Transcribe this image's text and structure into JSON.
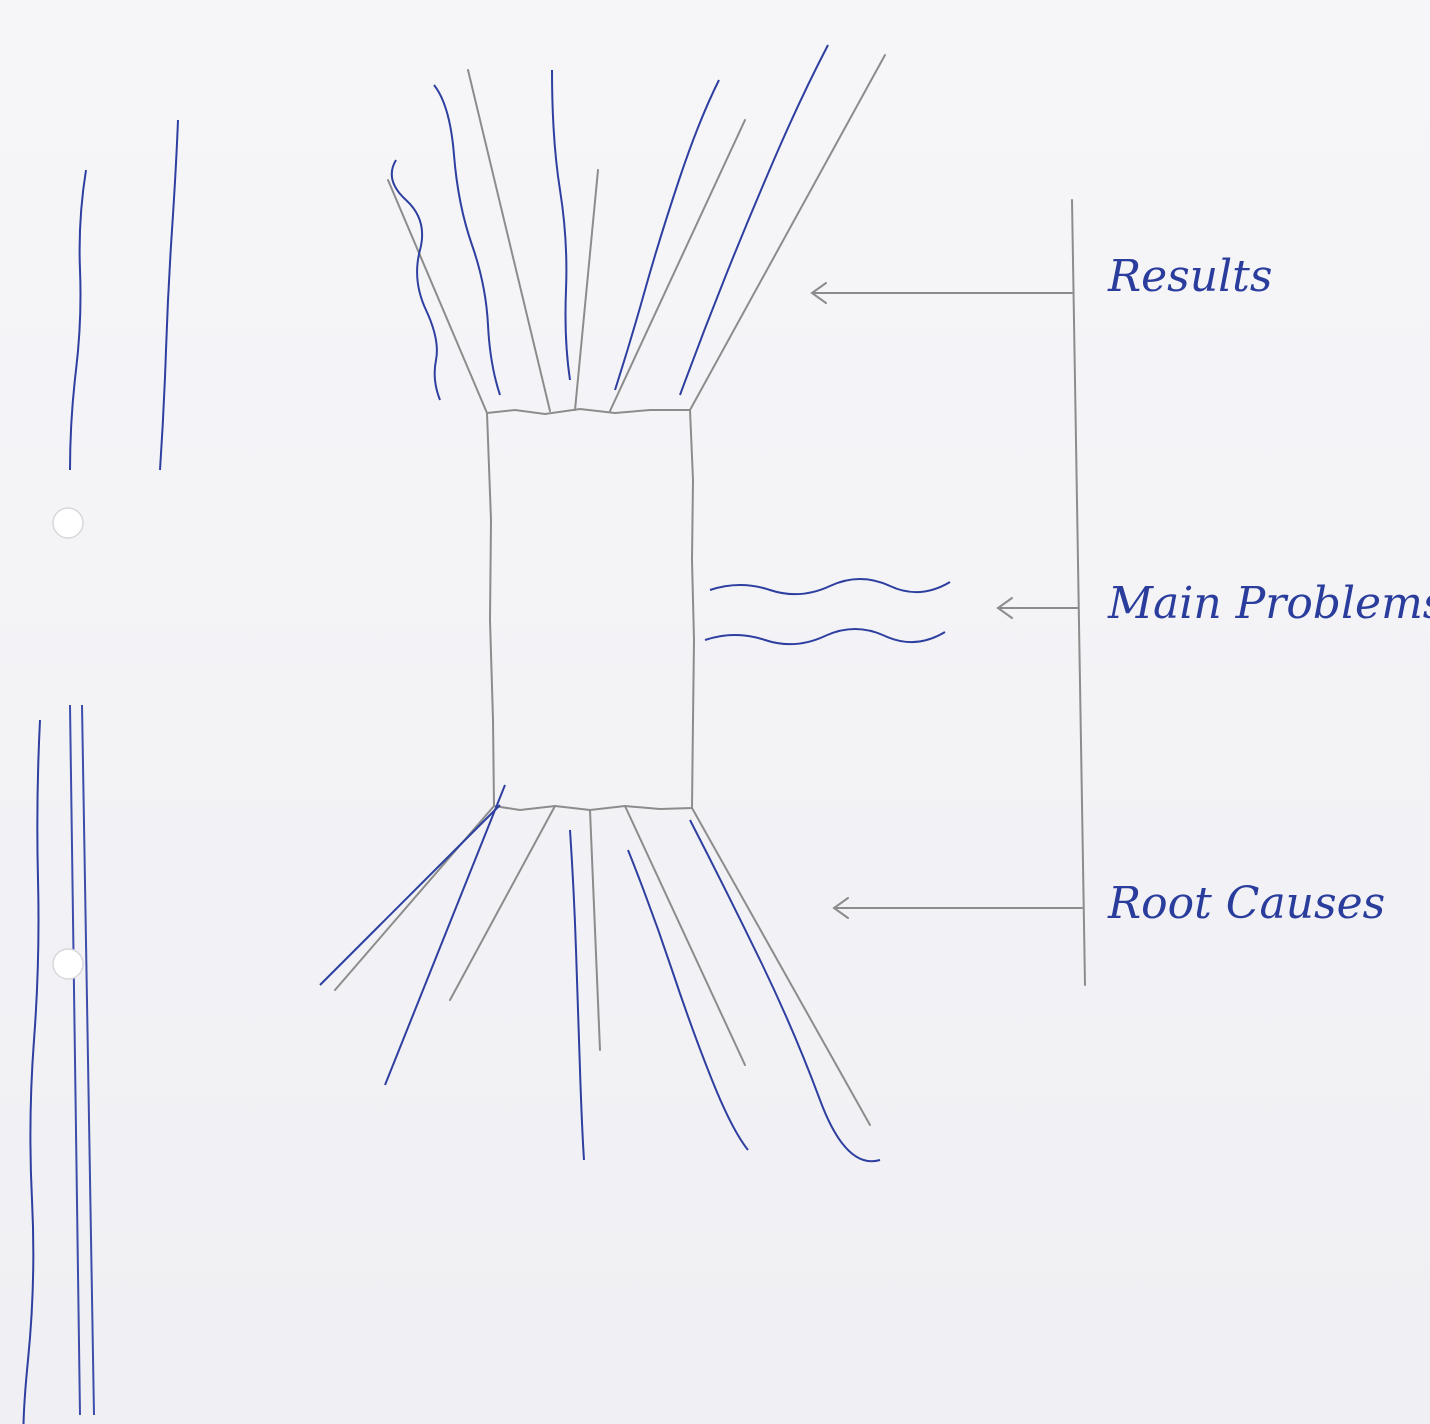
{
  "labels": {
    "results": "Results",
    "main_problems": "Main Problems",
    "root_causes": "Root Causes"
  },
  "colors": {
    "paper": "#f3f3f6",
    "pencil": "#8c8c8c",
    "ink": "#2a3d9c"
  }
}
